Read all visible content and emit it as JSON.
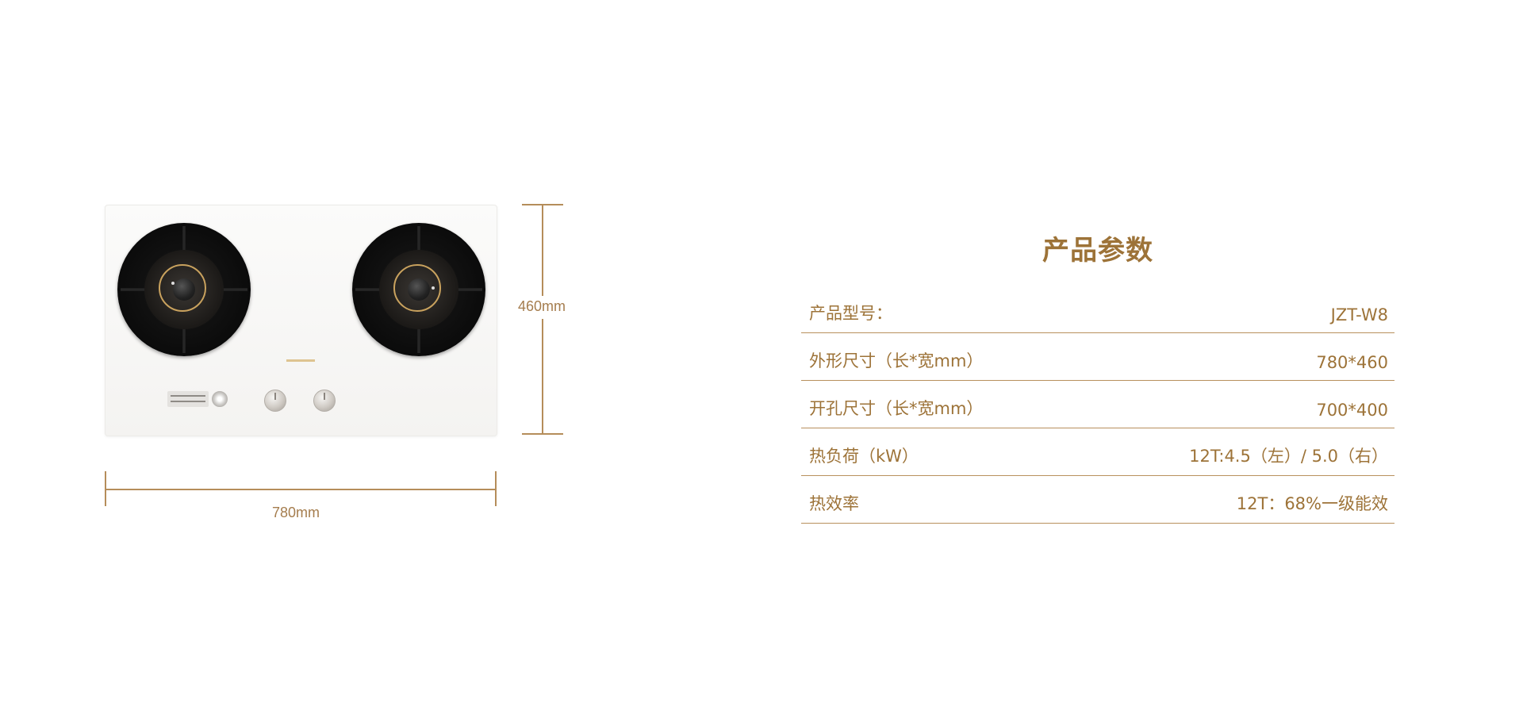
{
  "product_image": {
    "icon": "gas-cooktop-image"
  },
  "dimensions": {
    "height_label": "460mm",
    "width_label": "780mm"
  },
  "specs": {
    "title": "产品参数",
    "rows": [
      {
        "label": "产品型号：",
        "value": "JZT-W8"
      },
      {
        "label": "外形尺寸（长*宽mm）",
        "value": "780*460"
      },
      {
        "label": "开孔尺寸（长*宽mm）",
        "value": "700*400"
      },
      {
        "label": "热负荷（kW）",
        "value": "12T:4.5（左）/ 5.0（右）"
      },
      {
        "label": "热效率",
        "value": "12T：68%一级能效"
      }
    ]
  },
  "colors": {
    "accent": "#9d7338",
    "line": "#b8905d",
    "background": "#ffffff"
  }
}
